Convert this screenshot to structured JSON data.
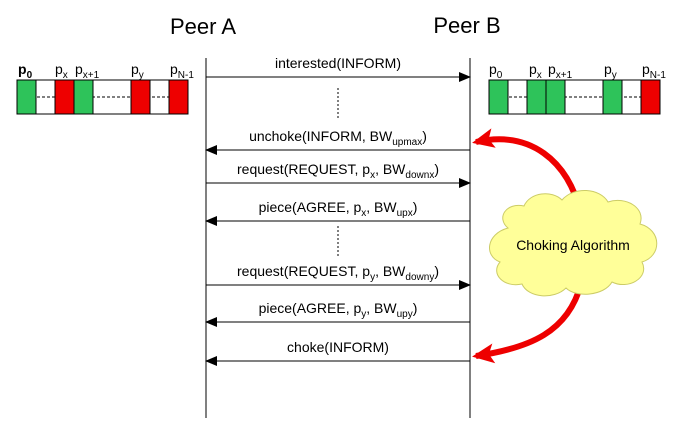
{
  "peers": {
    "a": "Peer A",
    "b": "Peer B"
  },
  "colors": {
    "have": "#2ec35a",
    "missing": "#ee0000",
    "empty": "#ffffff",
    "cloud": "#ffff99",
    "curve": "#ee0000"
  },
  "peer_a_pieces": [
    {
      "main": "p",
      "sub": "0",
      "bold": true
    },
    {
      "main": "p",
      "sub": "x"
    },
    {
      "main": "p",
      "sub": "x+1"
    },
    {
      "main": "p",
      "sub": "y"
    },
    {
      "main": "p",
      "sub": "N-1"
    }
  ],
  "peer_a_blocks": [
    "have",
    "empty",
    "missing",
    "have",
    "empty",
    "empty",
    "missing",
    "empty",
    "missing"
  ],
  "peer_b_pieces": [
    {
      "main": "p",
      "sub": "0"
    },
    {
      "main": "p",
      "sub": "x"
    },
    {
      "main": "p",
      "sub": "x+1"
    },
    {
      "main": "p",
      "sub": "y"
    },
    {
      "main": "p",
      "sub": "N-1"
    }
  ],
  "peer_b_blocks": [
    "have",
    "empty",
    "have",
    "have",
    "empty",
    "empty",
    "have",
    "empty",
    "missing"
  ],
  "messages": [
    {
      "dir": "right",
      "parts": [
        [
          "interested(INFORM)",
          ""
        ]
      ]
    },
    {
      "dir": "left",
      "parts": [
        [
          "unchoke(INFORM, BW",
          ""
        ],
        [
          "",
          "upmax"
        ],
        [
          ")",
          ""
        ]
      ]
    },
    {
      "dir": "right",
      "parts": [
        [
          "request(REQUEST, p",
          ""
        ],
        [
          "",
          "x"
        ],
        [
          ", BW",
          ""
        ],
        [
          "",
          "downx"
        ],
        [
          ")",
          ""
        ]
      ]
    },
    {
      "dir": "left",
      "parts": [
        [
          "piece(AGREE, p",
          ""
        ],
        [
          "",
          "x"
        ],
        [
          ", BW",
          ""
        ],
        [
          "",
          "upx"
        ],
        [
          ")",
          ""
        ]
      ]
    },
    {
      "dir": "right",
      "parts": [
        [
          "request(REQUEST, p",
          ""
        ],
        [
          "",
          "y"
        ],
        [
          ", BW",
          ""
        ],
        [
          "",
          "downy"
        ],
        [
          ")",
          ""
        ]
      ]
    },
    {
      "dir": "left",
      "parts": [
        [
          "piece(AGREE, p",
          ""
        ],
        [
          "",
          "y"
        ],
        [
          ", BW",
          ""
        ],
        [
          "",
          "upy"
        ],
        [
          ")",
          ""
        ]
      ]
    },
    {
      "dir": "left",
      "parts": [
        [
          "choke(INFORM)",
          ""
        ]
      ]
    }
  ],
  "cloud_label": "Choking Algorithm"
}
